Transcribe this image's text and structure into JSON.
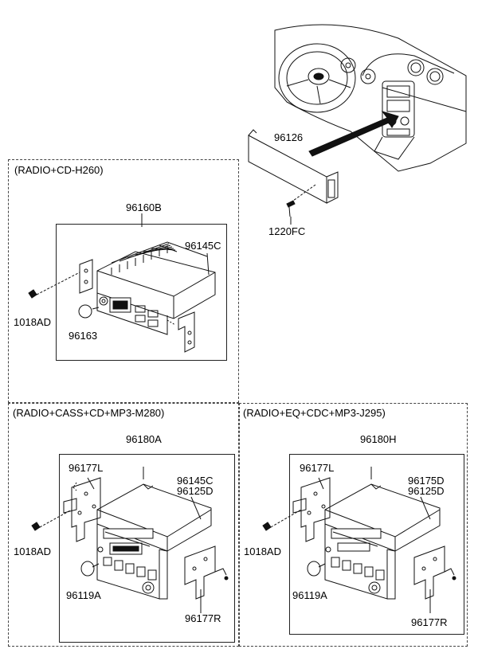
{
  "sections": {
    "top": {
      "part_bracket": "96126",
      "part_screw": "1220FC"
    },
    "radio_cd": {
      "title": "(RADIO+CD-H260)",
      "assy": "96160B",
      "cover": "96145C",
      "screw": "1018AD",
      "knob": "96163"
    },
    "radio_cass": {
      "title": "(RADIO+CASS+CD+MP3-M280)",
      "assy": "96180A",
      "bracket_l": "96177L",
      "cover_1": "96145C",
      "cover_2": "96125D",
      "screw": "1018AD",
      "knob": "96119A",
      "bracket_r": "96177R"
    },
    "radio_eq": {
      "title": "(RADIO+EQ+CDC+MP3-J295)",
      "assy": "96180H",
      "bracket_l": "96177L",
      "cover_1": "96175D",
      "cover_2": "96125D",
      "screw": "1018AD",
      "knob": "96119A",
      "bracket_r": "96177R"
    }
  }
}
